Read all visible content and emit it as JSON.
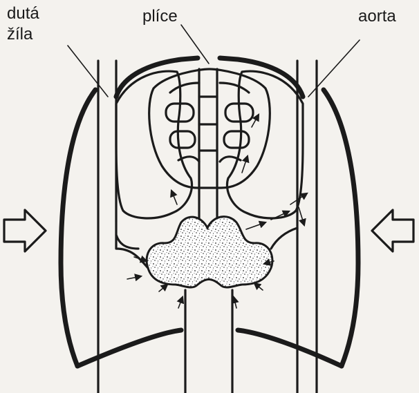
{
  "labels": {
    "vena_cava": [
      "dutá",
      "žíla"
    ],
    "lungs": "plíce",
    "aorta": "aorta"
  },
  "colors": {
    "ink": "#1b1b1b",
    "paper": "#f4f2ee",
    "show_through": "#cfcfd8"
  },
  "icons": {
    "left_arrow": "outline-arrow-right-icon",
    "right_arrow": "outline-arrow-left-icon",
    "small_arrows": "pressure-arrow-icon"
  }
}
